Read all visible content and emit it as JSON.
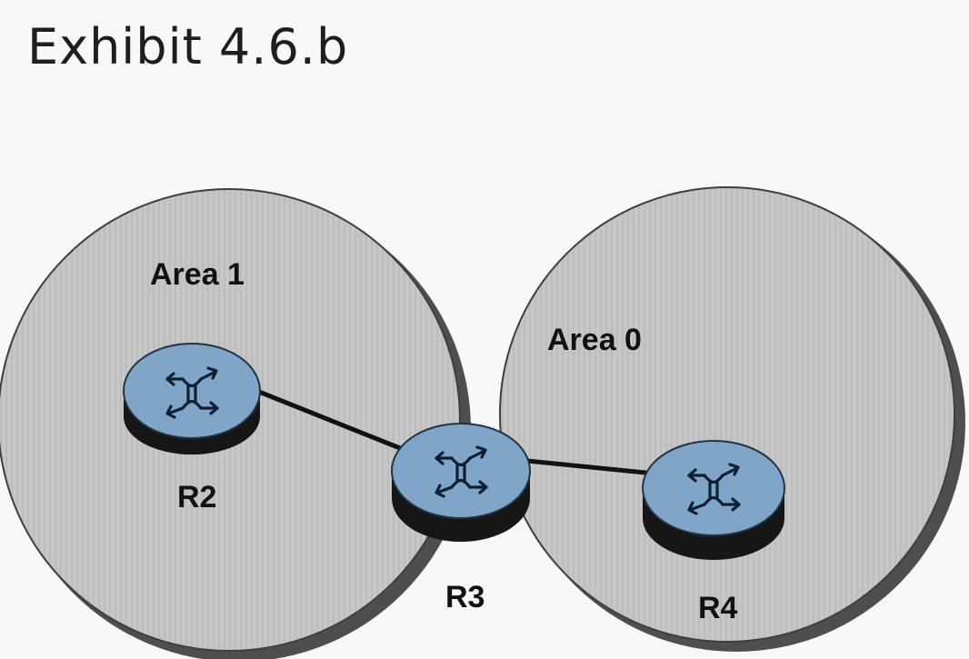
{
  "title": "Exhibit 4.6.b",
  "areas": [
    {
      "id": "area1",
      "label": "Area 1"
    },
    {
      "id": "area0",
      "label": "Area 0"
    }
  ],
  "routers": [
    {
      "id": "R2",
      "label": "R2",
      "area": "Area 1"
    },
    {
      "id": "R3",
      "label": "R3",
      "area": "Area 1 / Area 0"
    },
    {
      "id": "R4",
      "label": "R4",
      "area": "Area 0"
    }
  ],
  "links": [
    {
      "from": "R2",
      "to": "R3"
    },
    {
      "from": "R3",
      "to": "R4"
    }
  ],
  "colors": {
    "area_fill": "#c4c4c4",
    "area_shadow": "#5a5a5a",
    "router_top": "#7fa6c9",
    "router_side": "#1a1a1a",
    "link": "#111111",
    "background": "#f7f7f7"
  },
  "icons": {
    "router": "router-icon",
    "router_arrows": "four-way-arrows-icon"
  }
}
